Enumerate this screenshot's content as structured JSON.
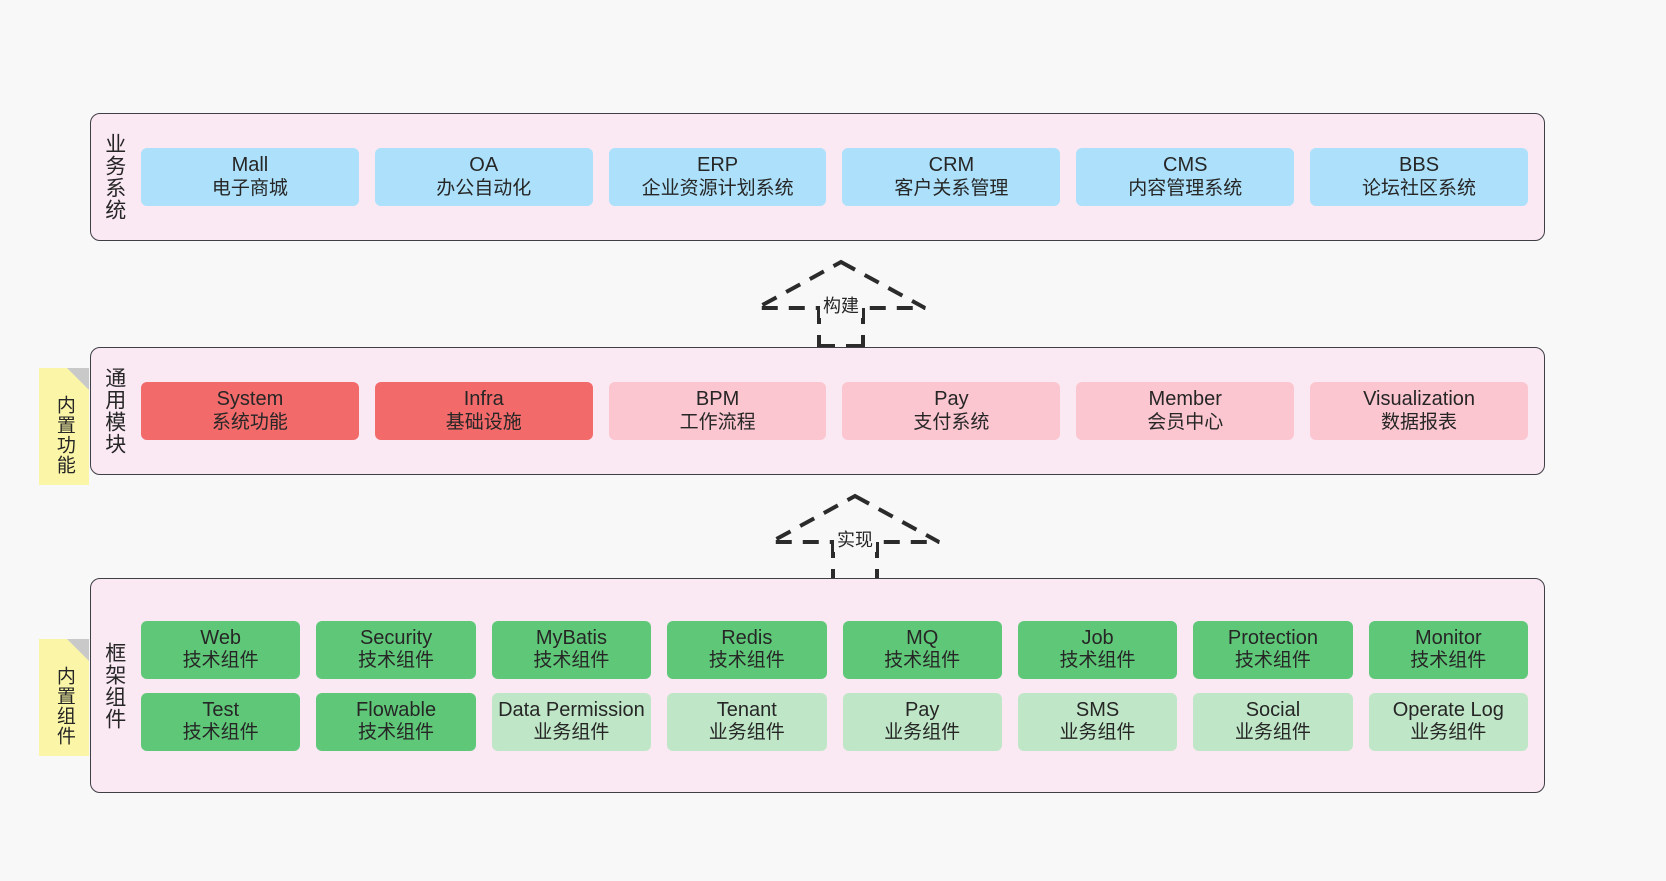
{
  "diagram": {
    "background": "#f8f8f8",
    "panel_color": "#fae8f3",
    "layers": [
      {
        "id": "business",
        "title": "业务系统",
        "rows": [
          {
            "cells": [
              {
                "t1": "Mall",
                "t2": "电子商城",
                "color": "#ade1fb"
              },
              {
                "t1": "OA",
                "t2": "办公自动化",
                "color": "#ade1fb"
              },
              {
                "t1": "ERP",
                "t2": "企业资源计划系统",
                "color": "#ade1fb"
              },
              {
                "t1": "CRM",
                "t2": "客户关系管理",
                "color": "#ade1fb"
              },
              {
                "t1": "CMS",
                "t2": "内容管理系统",
                "color": "#ade1fb"
              },
              {
                "t1": "BBS",
                "t2": "论坛社区系统",
                "color": "#ade1fb"
              }
            ]
          }
        ]
      },
      {
        "id": "modules",
        "title": "通用模块",
        "rows": [
          {
            "cells": [
              {
                "t1": "System",
                "t2": "系统功能",
                "color": "#f26a6a"
              },
              {
                "t1": "Infra",
                "t2": "基础设施",
                "color": "#f26a6a"
              },
              {
                "t1": "BPM",
                "t2": "工作流程",
                "color": "#fbc6d0"
              },
              {
                "t1": "Pay",
                "t2": "支付系统",
                "color": "#fbc6d0"
              },
              {
                "t1": "Member",
                "t2": "会员中心",
                "color": "#fbc6d0"
              },
              {
                "t1": "Visualization",
                "t2": "数据报表",
                "color": "#fbc6d0"
              }
            ]
          }
        ]
      },
      {
        "id": "framework",
        "title": "框架组件",
        "rows": [
          {
            "cells": [
              {
                "t1": "Web",
                "t2": "技术组件",
                "color": "#5fc878"
              },
              {
                "t1": "Security",
                "t2": "技术组件",
                "color": "#5fc878"
              },
              {
                "t1": "MyBatis",
                "t2": "技术组件",
                "color": "#5fc878"
              },
              {
                "t1": "Redis",
                "t2": "技术组件",
                "color": "#5fc878"
              },
              {
                "t1": "MQ",
                "t2": "技术组件",
                "color": "#5fc878"
              },
              {
                "t1": "Job",
                "t2": "技术组件",
                "color": "#5fc878"
              },
              {
                "t1": "Protection",
                "t2": "技术组件",
                "color": "#5fc878"
              },
              {
                "t1": "Monitor",
                "t2": "技术组件",
                "color": "#5fc878"
              }
            ]
          },
          {
            "cells": [
              {
                "t1": "Test",
                "t2": "技术组件",
                "color": "#5fc878"
              },
              {
                "t1": "Flowable",
                "t2": "技术组件",
                "color": "#5fc878"
              },
              {
                "t1": "Data Permission",
                "t2": "业务组件",
                "color": "#bfe7c7"
              },
              {
                "t1": "Tenant",
                "t2": "业务组件",
                "color": "#bfe7c7"
              },
              {
                "t1": "Pay",
                "t2": "业务组件",
                "color": "#bfe7c7"
              },
              {
                "t1": "SMS",
                "t2": "业务组件",
                "color": "#bfe7c7"
              },
              {
                "t1": "Social",
                "t2": "业务组件",
                "color": "#bfe7c7"
              },
              {
                "t1": "Operate Log",
                "t2": "业务组件",
                "color": "#bfe7c7"
              }
            ]
          }
        ]
      }
    ],
    "notes": [
      {
        "id": "builtin-features",
        "text": "内置功能",
        "color": "#fbf6a7"
      },
      {
        "id": "builtin-components",
        "text": "内置组件",
        "color": "#fbf6a7"
      }
    ],
    "arrows": [
      {
        "id": "build",
        "label": "构建",
        "style": "dashed-hollow-triangle",
        "direction": "up"
      },
      {
        "id": "implement",
        "label": "实现",
        "style": "dashed-hollow-triangle",
        "direction": "up"
      }
    ]
  }
}
